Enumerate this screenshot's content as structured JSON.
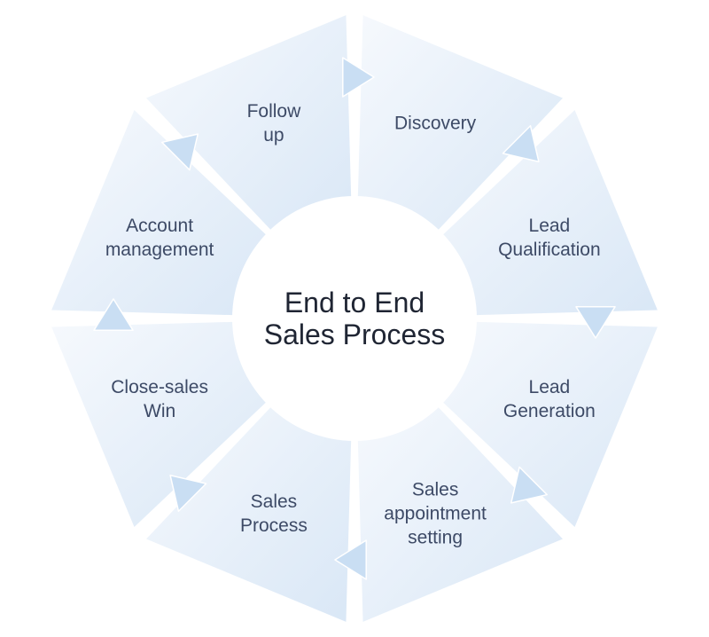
{
  "diagram": {
    "center_title": "End to End\nSales Process",
    "stages": [
      {
        "id": "discovery",
        "label": "Discovery"
      },
      {
        "id": "lead-qualification",
        "label": "Lead\nQualification"
      },
      {
        "id": "lead-generation",
        "label": "Lead\nGeneration"
      },
      {
        "id": "sales-appointment-setting",
        "label": "Sales\nappointment\nsetting"
      },
      {
        "id": "sales-process",
        "label": "Sales\nProcess"
      },
      {
        "id": "close-sales-win",
        "label": "Close-sales\nWin"
      },
      {
        "id": "account-management",
        "label": "Account\nmanagement"
      },
      {
        "id": "follow-up",
        "label": "Follow\nup"
      }
    ],
    "colors": {
      "segment_fill_light": "#f4f8fd",
      "segment_fill_dark": "#dbe8f6",
      "arrow_fill": "#c9def3",
      "label_color": "#3d4a66",
      "title_color": "#1f2533"
    }
  }
}
